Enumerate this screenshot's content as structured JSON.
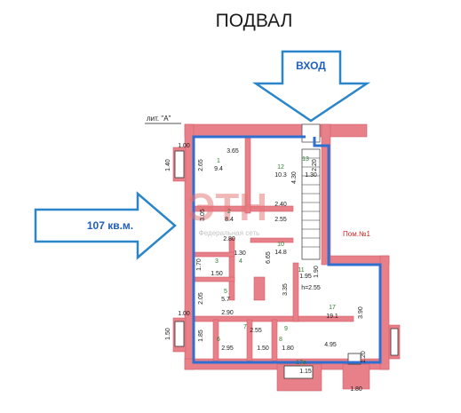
{
  "title": "ПОДВАЛ",
  "entrance_label": "ВХОД",
  "area_label": "107 кв.м.",
  "lit_label": "лит. \"А\"",
  "pom_label": "Пом.№1",
  "watermark_text": "Федеральная сеть",
  "height_label": "h=2.55",
  "colors": {
    "wall": "#e8808a",
    "wall_dark": "#d2606c",
    "outline_blue": "#2f6fd0",
    "arrow_stroke": "#2a86c9",
    "label_blue": "#1f5fbf",
    "room_green": "#2e7d32",
    "pom_red": "#c62828"
  },
  "rooms": [
    {
      "num": "1",
      "area": "9.4"
    },
    {
      "num": "2",
      "area": "8.4"
    },
    {
      "num": "3",
      "area": "1.70"
    },
    {
      "num": "4",
      "area": ""
    },
    {
      "num": "5",
      "area": "5.7"
    },
    {
      "num": "6",
      "area": ""
    },
    {
      "num": "7",
      "area": ""
    },
    {
      "num": "8",
      "area": ""
    },
    {
      "num": "9",
      "area": ""
    },
    {
      "num": "10",
      "area": "14.8"
    },
    {
      "num": "11",
      "area": ""
    },
    {
      "num": "12",
      "area": "10.3"
    },
    {
      "num": "13",
      "area": ""
    },
    {
      "num": "17",
      "area": "19.1"
    },
    {
      "num": "17а",
      "area": ""
    }
  ],
  "dimensions": {
    "d_3_65": "3.65",
    "d_2_65": "2.65",
    "d_1_00_top": "1.00",
    "d_1_40": "1.40",
    "d_4_30": "4.30",
    "d_2_20": "2.20",
    "d_1_30_top": "1.30",
    "d_3_05": "3.05",
    "d_2_40": "2.40",
    "d_2_55": "2.55",
    "d_2_80": "2.80",
    "d_1_30_mid": "1.30",
    "d_6_65": "6.65",
    "d_1_50_mid": "1.50",
    "d_1_90": "1.90",
    "d_1_95": "1.95",
    "d_2_05": "2.05",
    "d_3_35": "3.35",
    "d_2_90": "2.90",
    "d_1_00_bot": "1.00",
    "d_1_85": "1.85",
    "d_1_50_bot": "1.50",
    "d_2_55_bot": "2.55",
    "d_2_95": "2.95",
    "d_1_50_b2": "1.50",
    "d_1_80_a": "1.80",
    "d_3_90": "3.90",
    "d_4_95": "4.95",
    "d_1_15": "1.15",
    "d_1_20": "1.20",
    "d_1_80_b": "1.80"
  }
}
